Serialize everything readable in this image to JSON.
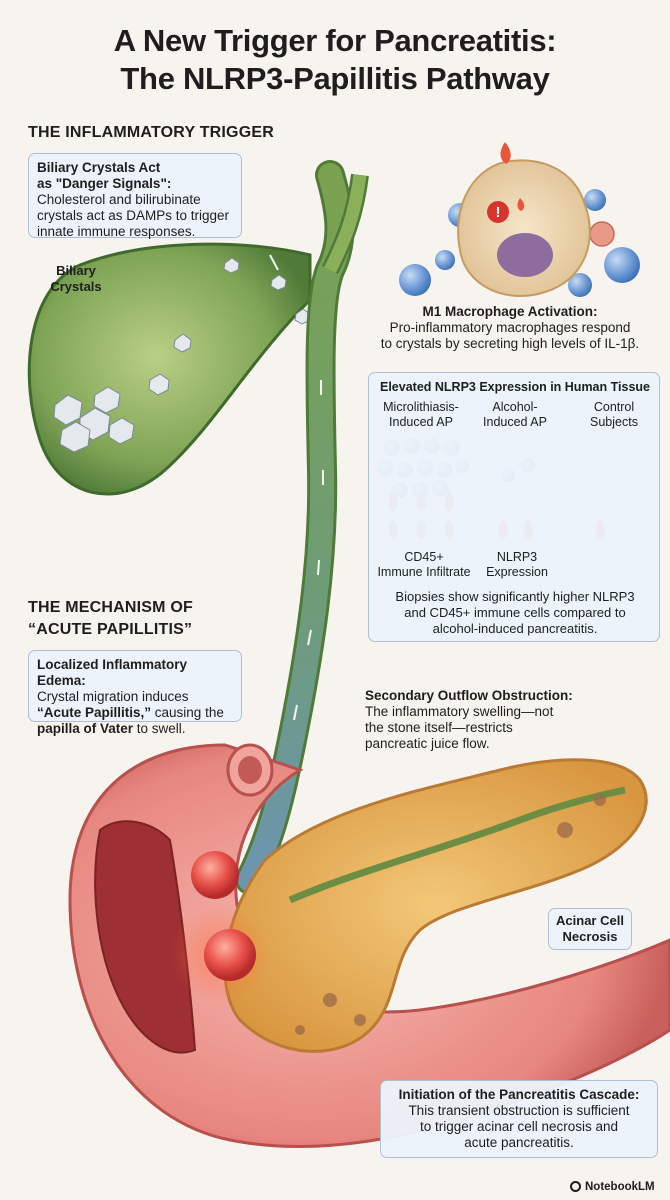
{
  "title": {
    "line1": "A New Trigger for Pancreatitis:",
    "line2": "The NLRP3-Papillitis Pathway"
  },
  "sections": {
    "trigger": "THE INFLAMMATORY TRIGGER",
    "mechanism_line1": "THE MECHANISM OF",
    "mechanism_line2": "“ACUTE PAPILLITIS”"
  },
  "crystals_box": {
    "heading_1": "Biliary Crystals Act",
    "heading_2": "as \"Danger Signals\":",
    "body": [
      "Cholesterol and bilirubinate",
      "crystals act as DAMPs to trigger",
      "innate immune responses."
    ]
  },
  "biliary_crystals_label": [
    "Biliary",
    "Crystals"
  ],
  "macrophage": {
    "heading": "M1 Macrophage Activation:",
    "body": [
      "Pro-inflammatory macrophages respond",
      "to crystals by secreting high levels of IL-1β."
    ]
  },
  "nlrp3_panel": {
    "heading": "Elevated NLRP3 Expression in Human Tissue",
    "columns": [
      {
        "line1": "Microlithiasis-",
        "line2": "Induced AP"
      },
      {
        "line1": "Alcohol-",
        "line2": "Induced AP"
      },
      {
        "line1": "Control",
        "line2": "Subjects"
      }
    ],
    "legend_cd45": [
      "CD45+",
      "Immune Infiltrate"
    ],
    "legend_nlrp3": [
      "NLRP3",
      "Expression"
    ],
    "footer": [
      "Biopsies show significantly higher NLRP3",
      "and CD45+ immune cells compared to",
      "alcohol-induced pancreatitis."
    ]
  },
  "edema_box": {
    "heading": "Localized Inflammatory Edema:",
    "line1": "Crystal migration induces",
    "papillitis_bold": "“Acute Papillitis,”",
    "line2_rest": " causing the",
    "vater_bold": "papilla of Vater",
    "line3_rest": " to swell."
  },
  "obstruction": {
    "heading": "Secondary Outflow Obstruction:",
    "body": [
      "The inflammatory swelling—not",
      "the stone itself—restricts",
      "pancreatic juice flow."
    ]
  },
  "necrosis_label": [
    "Acinar Cell",
    "Necrosis"
  ],
  "cascade_box": {
    "heading": "Initiation of the Pancreatitis Cascade:",
    "body": [
      "This transient obstruction is sufficient",
      "to trigger acinar cell necrosis and",
      "acute pancreatitis."
    ]
  },
  "brand": "NotebookLM",
  "colors": {
    "bile": "#6f9b48",
    "duodenum": "#e98a85",
    "pancreas": "#ebb25d",
    "box_bg": "#ebf2fa",
    "cell_blue": "#5a8fd0",
    "flame": "#e8573a"
  }
}
